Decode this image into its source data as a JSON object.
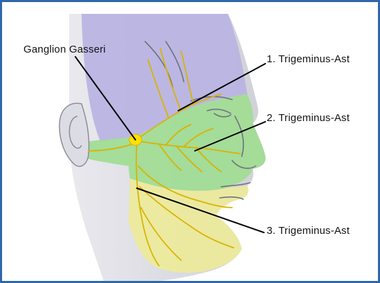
{
  "labels": {
    "ganglion": "Ganglion Gasseri",
    "branch1": "1. Trigeminus-Ast",
    "branch2": "2. Trigeminus-Ast",
    "branch3": "3. Trigeminus-Ast"
  },
  "colors": {
    "frame": "#2f67a8",
    "branch1_zone": "#b9b3e2",
    "branch2_zone": "#9fdc92",
    "branch3_zone": "#ecea9c",
    "nerve": "#d9b300",
    "ganglion": "#ffe000",
    "leader_line": "#000000"
  }
}
